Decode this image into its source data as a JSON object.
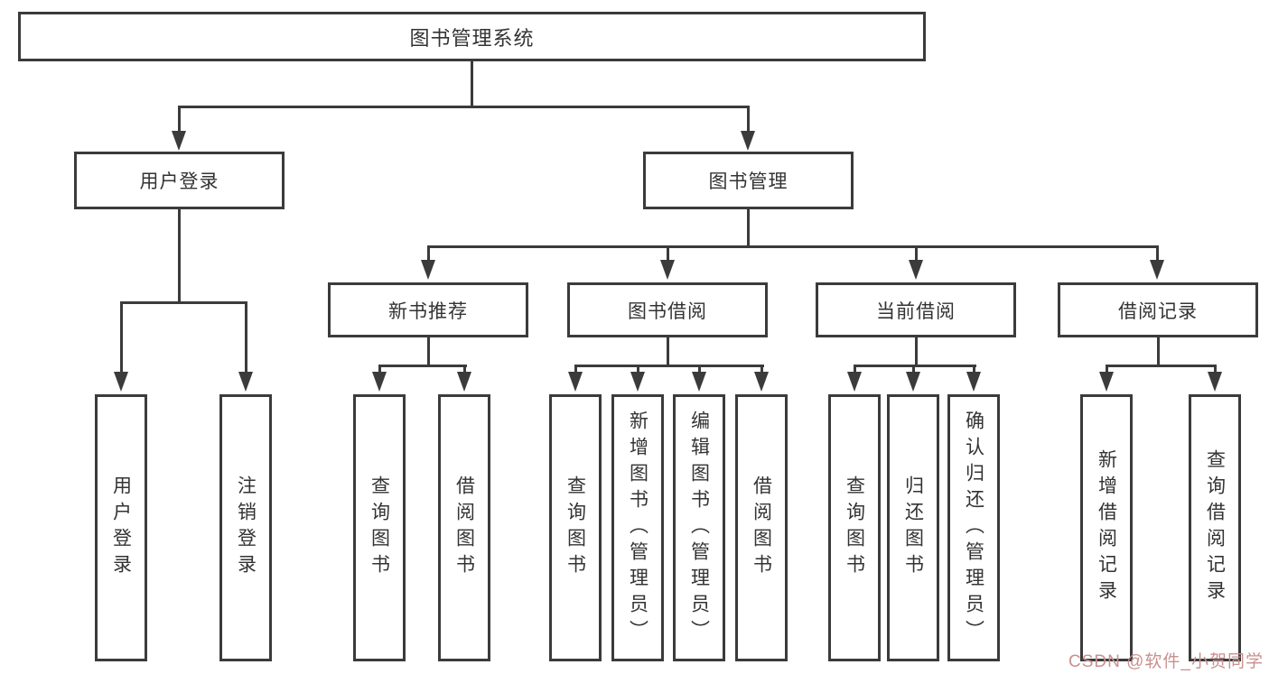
{
  "diagram": {
    "nodes": {
      "root": "图书管理系统",
      "user_login": "用户登录",
      "book_mgmt": "图书管理",
      "new_books": "新书推荐",
      "borrow": "图书借阅",
      "current": "当前借阅",
      "records": "借阅记录"
    },
    "leaves": {
      "user_login": [
        "用户登录",
        "注销登录"
      ],
      "new_books": [
        "查询图书",
        "借阅图书"
      ],
      "borrow": [
        "查询图书",
        "新增图书（管理员）",
        "编辑图书（管理员）",
        "借阅图书"
      ],
      "current": [
        "查询图书",
        "归还图书",
        "确认归还（管理员）"
      ],
      "records": [
        "新增借阅记录",
        "查询借阅记录"
      ]
    },
    "watermark": "CSDN @软件_小贺同学",
    "colors": {
      "line": "#3b3b3b",
      "text": "#333333",
      "watermark": "#c9908f",
      "background": "#ffffff"
    }
  }
}
